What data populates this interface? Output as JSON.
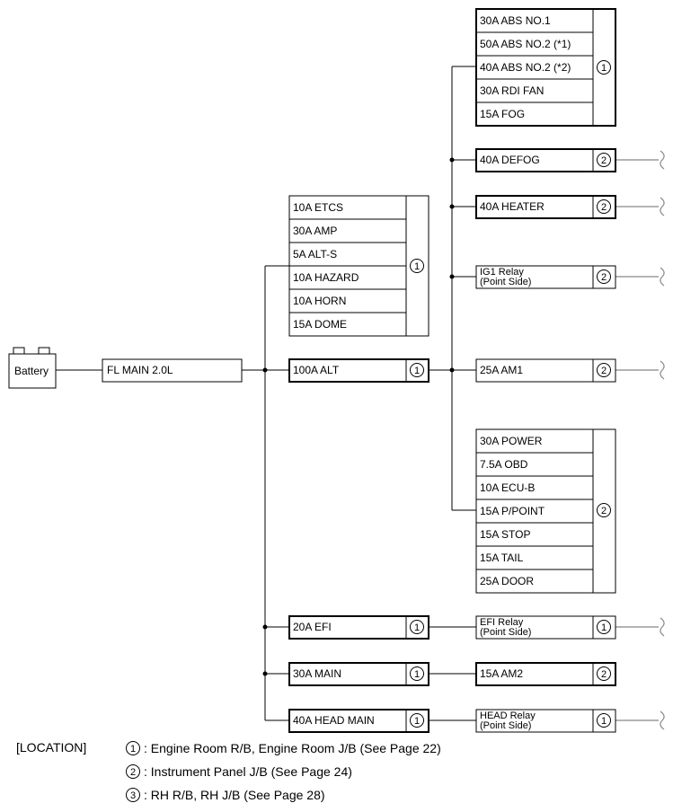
{
  "battery": {
    "label": "Battery"
  },
  "main_fuse": {
    "label": "FL MAIN 2.0L"
  },
  "hazard_group": {
    "items": [
      "10A ETCS",
      "30A AMP",
      "5A ALT-S",
      "10A HAZARD",
      "10A HORN",
      "15A DOME"
    ],
    "location": "1"
  },
  "alt": {
    "label": "100A ALT",
    "location": "1"
  },
  "efi": {
    "label": "20A EFI",
    "location": "1"
  },
  "main": {
    "label": "30A MAIN",
    "location": "1"
  },
  "head_main": {
    "label": "40A HEAD MAIN",
    "location": "1"
  },
  "abs_group": {
    "items": [
      "30A ABS NO.1",
      "50A ABS NO.2 (*1)",
      "40A ABS NO.2 (*2)",
      "30A RDI FAN",
      "15A FOG"
    ],
    "location": "1"
  },
  "defog": {
    "label": "40A DEFOG",
    "location": "2"
  },
  "heater": {
    "label": "40A HEATER",
    "location": "2"
  },
  "ig1_relay": {
    "line1": "IG1 Relay",
    "line2": "(Point Side)",
    "location": "2"
  },
  "am1": {
    "label": "25A AM1",
    "location": "2"
  },
  "power_group": {
    "items": [
      "30A POWER",
      "7.5A OBD",
      "10A ECU-B",
      "15A P/POINT",
      "15A STOP",
      "15A TAIL",
      "25A DOOR"
    ],
    "location": "2"
  },
  "efi_relay": {
    "line1": "EFI Relay",
    "line2": "(Point Side)",
    "location": "1"
  },
  "am2": {
    "label": "15A AM2",
    "location": "2"
  },
  "head_relay": {
    "line1": "HEAD Relay",
    "line2": "(Point Side)",
    "location": "1"
  },
  "legend": {
    "title": "[LOCATION]",
    "entries": [
      {
        "num": "1",
        "text": ": Engine Room R/B, Engine Room J/B (See Page 22)"
      },
      {
        "num": "2",
        "text": ": Instrument Panel J/B (See Page 24)"
      },
      {
        "num": "3",
        "text": ": RH R/B, RH J/B (See Page 28)"
      }
    ]
  }
}
